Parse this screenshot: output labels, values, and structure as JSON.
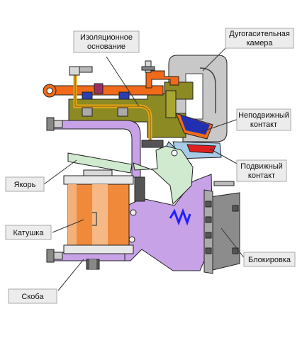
{
  "labels": {
    "insulating_base": [
      "Изоляционное",
      "основание"
    ],
    "arc_chamber": [
      "Дугогасительная",
      "камера"
    ],
    "fixed_contact": [
      "Неподвижный",
      "контакт"
    ],
    "moving_contact": [
      "Подвижный",
      "контакт"
    ],
    "armature": "Якорь",
    "coil": "Катушка",
    "interlock": "Блокировка",
    "bracket": "Скоба"
  },
  "colors": {
    "label_bg": "#ececec",
    "insulating_base": "#8c8a22",
    "arc_chamber": "#c8c8c8",
    "bracket": "#c7a2e6",
    "armature": "#cfeacf",
    "coil": "#f08a3a",
    "conductor_orange": "#f06a1a",
    "wire_gold": "#e8a818",
    "fixed_contact": "#2030b0",
    "moving_contact_red": "#e02020",
    "moving_contact_blue": "#a8cce8",
    "spring": "#2020ff",
    "interlock_block": "#8c8c8c"
  }
}
